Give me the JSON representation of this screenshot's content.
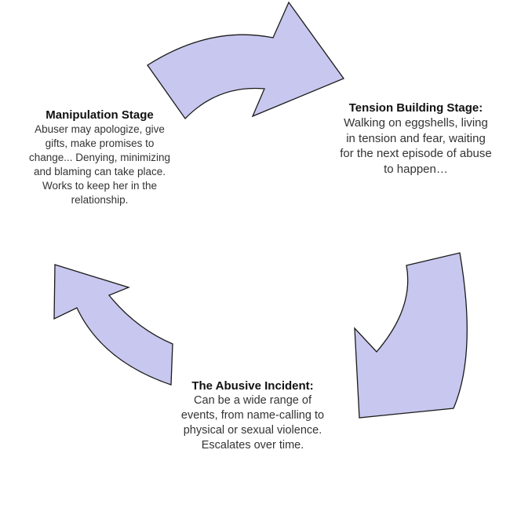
{
  "stages": {
    "manipulation": {
      "title": "Manipulation Stage",
      "body": "Abuser may apologize, give gifts, make promises to change... Denying, minimizing and blaming can take place.  Works to keep her in the relationship."
    },
    "tension": {
      "title": "Tension Building Stage:",
      "body": "Walking on eggshells, living in tension and fear, waiting for the next episode of abuse to happen…"
    },
    "abusive": {
      "title": "The Abusive Incident:",
      "body": "Can be a wide range of events, from name-calling to physical or sexual violence. Escalates over time."
    }
  },
  "colors": {
    "arrow_fill": "#c7c7ef",
    "arrow_stroke": "#1a1a1a"
  }
}
